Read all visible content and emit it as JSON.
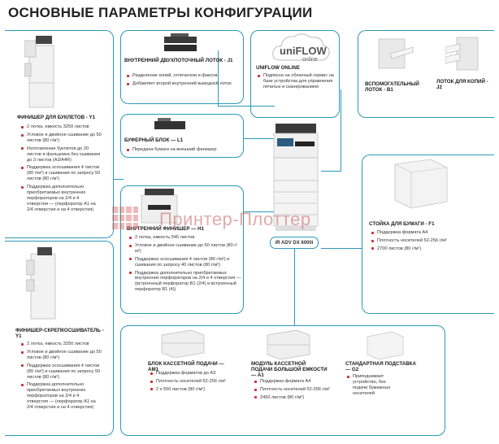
{
  "title": "ОСНОВНЫЕ ПАРАМЕТРЫ КОНФИГУРАЦИИ",
  "printer_model": "iR ADV DX 6000i",
  "watermark": "Принтер-Плоттер",
  "logo": {
    "main": "uniFLOW",
    "sub": "online"
  },
  "colors": {
    "accent": "#2a9ab8",
    "bullet": "#d6262e"
  },
  "finisher_booklet": {
    "title": "ФИНИШЕР ДЛЯ БУКЛЕТОВ - Y1",
    "items": [
      "2 лотка, емкость 3250 листов",
      "Угловое и двойное сшивание до 50 листов (80 г/м²)",
      "Изготовление буклетов до 20 листов и фальцовка без сшивания до 3 листов (А3/А4R)",
      "Поддержка эсосшивания 4 листов (80 г/м²) и сшивания по запросу 50 листов (80 г/м²)",
      "Поддержка дополнительно приобретаемых внутренних перфораторов на 2/4 и 4 отверстия — (перфоратор A1 на 2/4 отверстия и на 4 отверстия)"
    ]
  },
  "inner_tray": {
    "title": "ВНУТРЕННИЙ ДВУХПОТОЧНЫЙ ЛОТОК - J1",
    "items": [
      "Разделение копий, отпечатков и факсов",
      "Добавляет второй внутренний выводной лоток"
    ]
  },
  "uniflow": {
    "title": "UNIFLOW ONLINE",
    "items": [
      "Подписка на облачный сервис на базе устройства для управления печатью и сканированием"
    ]
  },
  "aux_tray": {
    "title": "ВСПОМОГАТЕЛЬНЫЙ ЛОТОК - B1"
  },
  "copy_tray": {
    "title": "ЛОТОК ДЛЯ КОПИЙ - J2"
  },
  "buffer": {
    "title": "БУФЕРНЫЙ БЛОК — L1",
    "items": [
      "Передача бумаги на внешний финишер"
    ]
  },
  "inner_finisher": {
    "title": "ВНУТРЕННИЙ ФИНИШЕР — H1",
    "items": [
      "2 лотка, емкость 545 листов",
      "Угловое и двойное сшивание до 50 листов (80 г/м²)",
      "Поддержка эсосшивания 4 листов (80 г/м²) и сшивания по запросу 40 листов (80 г/м²)",
      "Поддержка дополнительно приобретаемых внутренних перфораторов на 2/4 и 4 отверстия — (встроенный перфоратор B1 (2/4) и встроенный перфоратор B1 (4))"
    ]
  },
  "paper_stand": {
    "title": "СТОЙКА ДЛЯ БУМАГИ - F1",
    "items": [
      "Поддержка формата А4",
      "Плотность носителей 52-256 г/м²",
      "2700 листов (80 г/м²)"
    ]
  },
  "finisher_staple": {
    "title": "ФИНИШЕР-СКРЕПКОСШИВАТЕЛЬ - Y1",
    "items": [
      "2 лотка, емкость 3250 листов",
      "Угловое и двойное сшивание до 50 листов (80 г/м²)",
      "Поддержка эсосшивания 4 листов (80 г/м²) и сшивания по запросу 50 листов (80 г/м²)",
      "Поддержка дополнительно приобретаемых внутренних перфораторов на 2/4 и 4 отверстия — (перфоратор A1 на 2/4 отверстия и на 4 отверстия)"
    ]
  },
  "cassette_am1": {
    "title": "БЛОК КАССЕТНОЙ ПОДАЧИ — AM1",
    "items": [
      "Поддержка форматов до A3",
      "Плотность носителей 52-256 г/м²",
      "2 x 550 листов (80 г/м²)"
    ]
  },
  "cassette_a1": {
    "title": "МОДУЛЬ КАССЕТНОЙ ПОДАЧИ БОЛЬШОЙ ЕМКОСТИ — A1",
    "items": [
      "Поддержка формата А4",
      "Плотность носителей 52-256 г/м²",
      "2450 листов (80 г/м²)"
    ]
  },
  "stand_g2": {
    "title": "СТАНДАРТНАЯ ПОДСТАВКА — G2",
    "items": [
      "Приподнимает устройство, без подачи бумажных носителей"
    ]
  }
}
